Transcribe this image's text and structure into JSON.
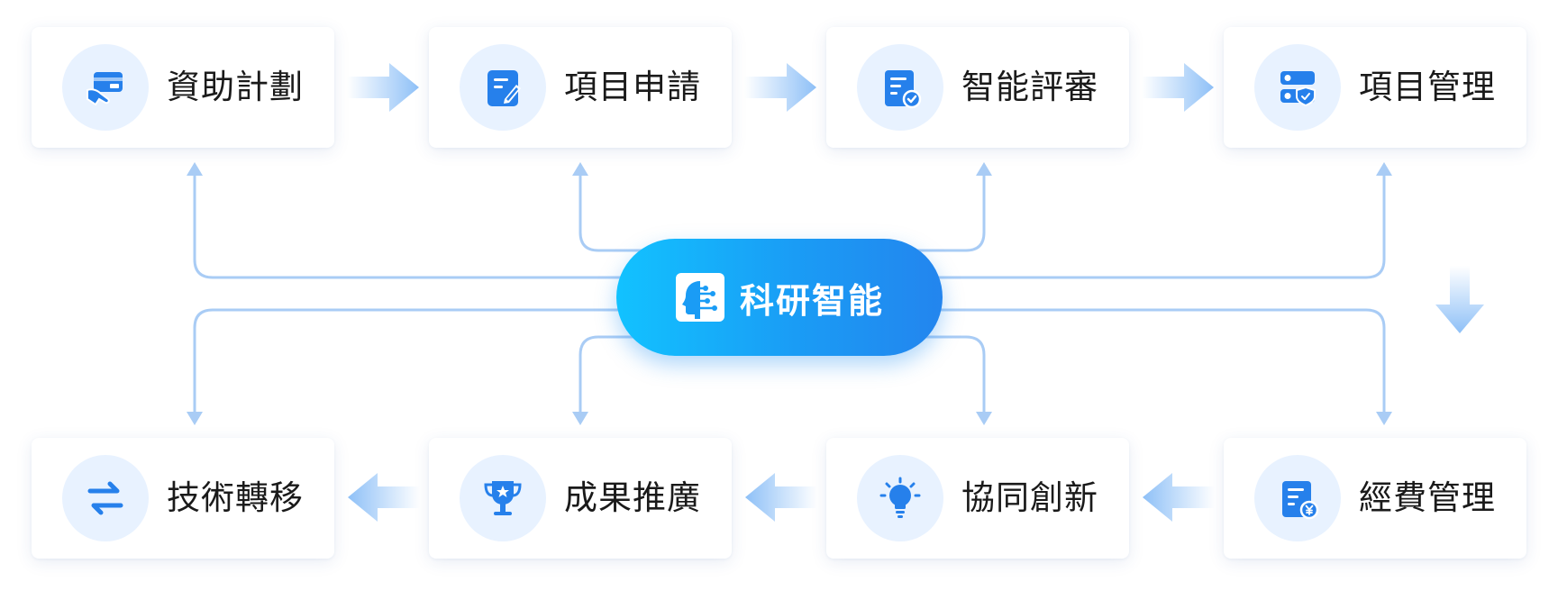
{
  "hub": {
    "label": "科研智能",
    "icon": "brain-head-icon"
  },
  "top_row": [
    {
      "label": "資助計劃",
      "icon": "card-hand-icon"
    },
    {
      "label": "項目申請",
      "icon": "document-pen-icon"
    },
    {
      "label": "智能評審",
      "icon": "document-check-icon"
    },
    {
      "label": "項目管理",
      "icon": "server-shield-icon"
    }
  ],
  "bottom_row": [
    {
      "label": "技術轉移",
      "icon": "swap-arrows-icon"
    },
    {
      "label": "成果推廣",
      "icon": "trophy-icon"
    },
    {
      "label": "協同創新",
      "icon": "lightbulb-icon"
    },
    {
      "label": "經費管理",
      "icon": "document-yen-icon"
    }
  ],
  "colors": {
    "accent": "#2680eb",
    "icon_bg": "#e8f2ff",
    "connector": "#a9ccf5",
    "hub_start": "#12c2ff",
    "hub_end": "#2385ee"
  }
}
